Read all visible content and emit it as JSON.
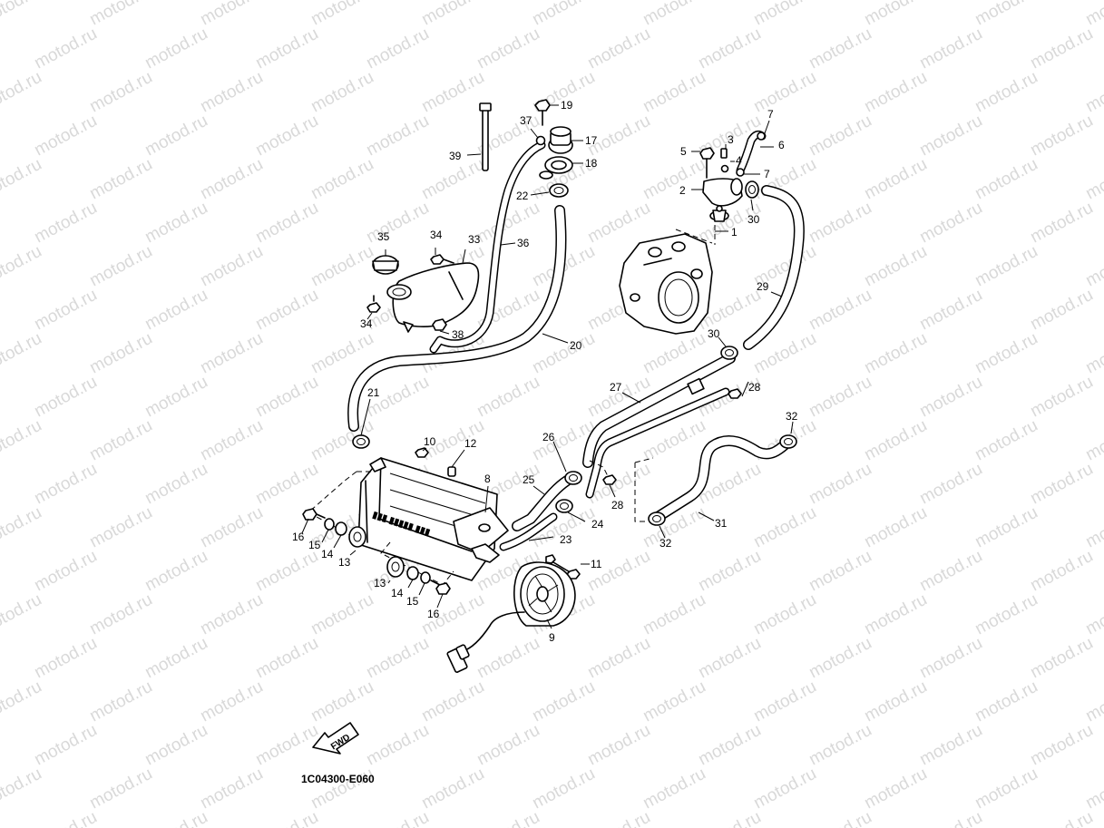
{
  "watermark": "motod.ru",
  "diagram_code": "1C04300-E060",
  "fwd_label": "FWD",
  "callouts": [
    {
      "id": "1",
      "label": "1"
    },
    {
      "id": "2",
      "label": "2"
    },
    {
      "id": "3",
      "label": "3"
    },
    {
      "id": "4",
      "label": "4"
    },
    {
      "id": "5",
      "label": "5"
    },
    {
      "id": "6",
      "label": "6"
    },
    {
      "id": "7a",
      "label": "7"
    },
    {
      "id": "7b",
      "label": "7"
    },
    {
      "id": "8",
      "label": "8"
    },
    {
      "id": "9",
      "label": "9"
    },
    {
      "id": "10",
      "label": "10"
    },
    {
      "id": "11",
      "label": "11"
    },
    {
      "id": "12",
      "label": "12"
    },
    {
      "id": "13a",
      "label": "13"
    },
    {
      "id": "13b",
      "label": "13"
    },
    {
      "id": "14a",
      "label": "14"
    },
    {
      "id": "14b",
      "label": "14"
    },
    {
      "id": "15a",
      "label": "15"
    },
    {
      "id": "15b",
      "label": "15"
    },
    {
      "id": "16a",
      "label": "16"
    },
    {
      "id": "16b",
      "label": "16"
    },
    {
      "id": "17",
      "label": "17"
    },
    {
      "id": "18",
      "label": "18"
    },
    {
      "id": "19",
      "label": "19"
    },
    {
      "id": "20",
      "label": "20"
    },
    {
      "id": "21",
      "label": "21"
    },
    {
      "id": "22",
      "label": "22"
    },
    {
      "id": "23",
      "label": "23"
    },
    {
      "id": "24",
      "label": "24"
    },
    {
      "id": "25",
      "label": "25"
    },
    {
      "id": "26",
      "label": "26"
    },
    {
      "id": "27",
      "label": "27"
    },
    {
      "id": "28a",
      "label": "28"
    },
    {
      "id": "28b",
      "label": "28"
    },
    {
      "id": "29",
      "label": "29"
    },
    {
      "id": "30a",
      "label": "30"
    },
    {
      "id": "30b",
      "label": "30"
    },
    {
      "id": "31",
      "label": "31"
    },
    {
      "id": "32a",
      "label": "32"
    },
    {
      "id": "32b",
      "label": "32"
    },
    {
      "id": "33",
      "label": "33"
    },
    {
      "id": "34a",
      "label": "34"
    },
    {
      "id": "34b",
      "label": "34"
    },
    {
      "id": "35",
      "label": "35"
    },
    {
      "id": "36",
      "label": "36"
    },
    {
      "id": "37",
      "label": "37"
    },
    {
      "id": "38",
      "label": "38"
    },
    {
      "id": "39",
      "label": "39"
    }
  ]
}
